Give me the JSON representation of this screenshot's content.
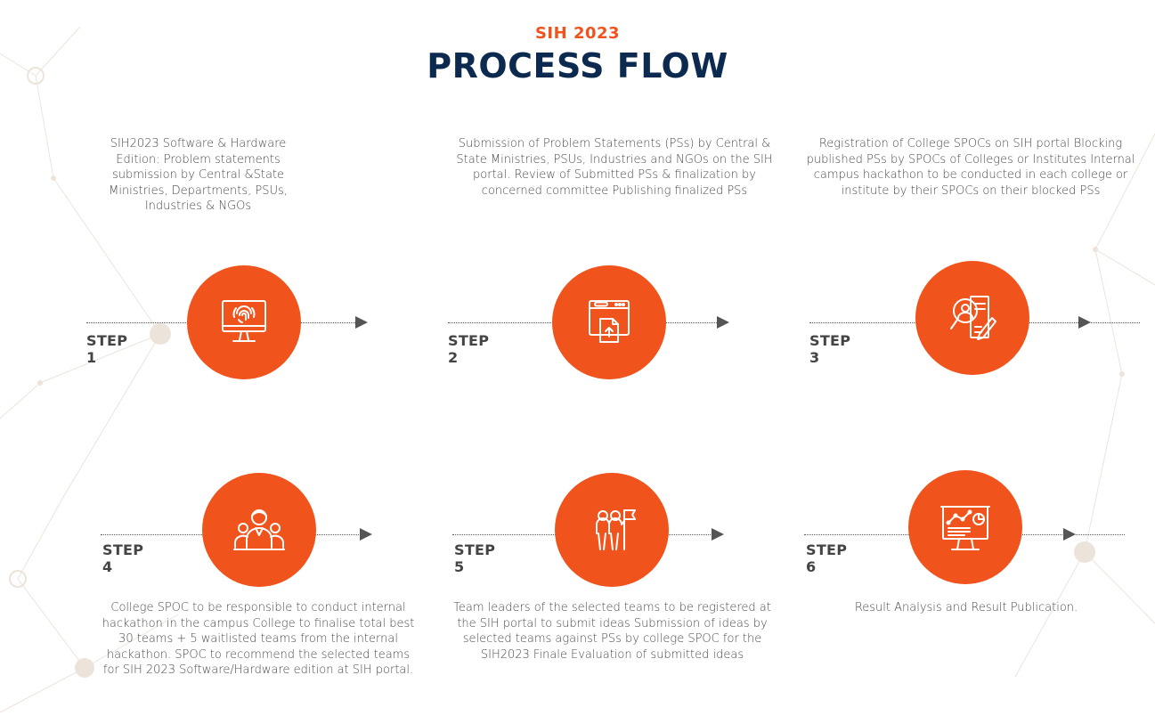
{
  "header": {
    "subtitle": "SIH 2023",
    "title": "PROCESS FLOW"
  },
  "colors": {
    "accent": "#f0531c",
    "title": "#0c2a4f",
    "text": "#4a4a4a",
    "connector": "#555555"
  },
  "steps": [
    {
      "label": "STEP 1",
      "icon": "monitor-fingerprint-icon",
      "description": "SIH2023 Software & Hardware Edition: Problem statements submission by Central &State Ministries, Departments, PSUs, Industries & NGOs"
    },
    {
      "label": "STEP 2",
      "icon": "browser-upload-icon",
      "description": "Submission of Problem Statements (PSs) by Central & State Ministries, PSUs, Industries and NGOs on the SIH portal. Review of Submitted PSs & finalization by concerned committee Publishing finalized PSs"
    },
    {
      "label": "STEP 3",
      "icon": "profile-search-edit-icon",
      "description": "Registration of College SPOCs on SIH portal Blocking published PSs by SPOCs of Colleges or Institutes Internal campus hackathon to be conducted in each college or institute by their SPOCs on their blocked PSs"
    },
    {
      "label": "STEP 4",
      "icon": "team-group-icon",
      "description": "College SPOC to be responsible to conduct internal hackathon in the campus College to finalise total best 30 teams + 5 waitlisted teams from the internal hackathon. SPOC to recommend the selected teams for SIH 2023 Software/Hardware edition at SIH portal."
    },
    {
      "label": "STEP 5",
      "icon": "team-flag-icon",
      "description": "Team leaders of the selected teams to be registered at the SIH portal to submit ideas Submission of ideas by selected teams against PSs by college SPOC for the SIH2023 Finale Evaluation of submitted ideas"
    },
    {
      "label": "STEP 6",
      "icon": "analytics-board-icon",
      "description": "Result Analysis and Result Publication."
    }
  ]
}
